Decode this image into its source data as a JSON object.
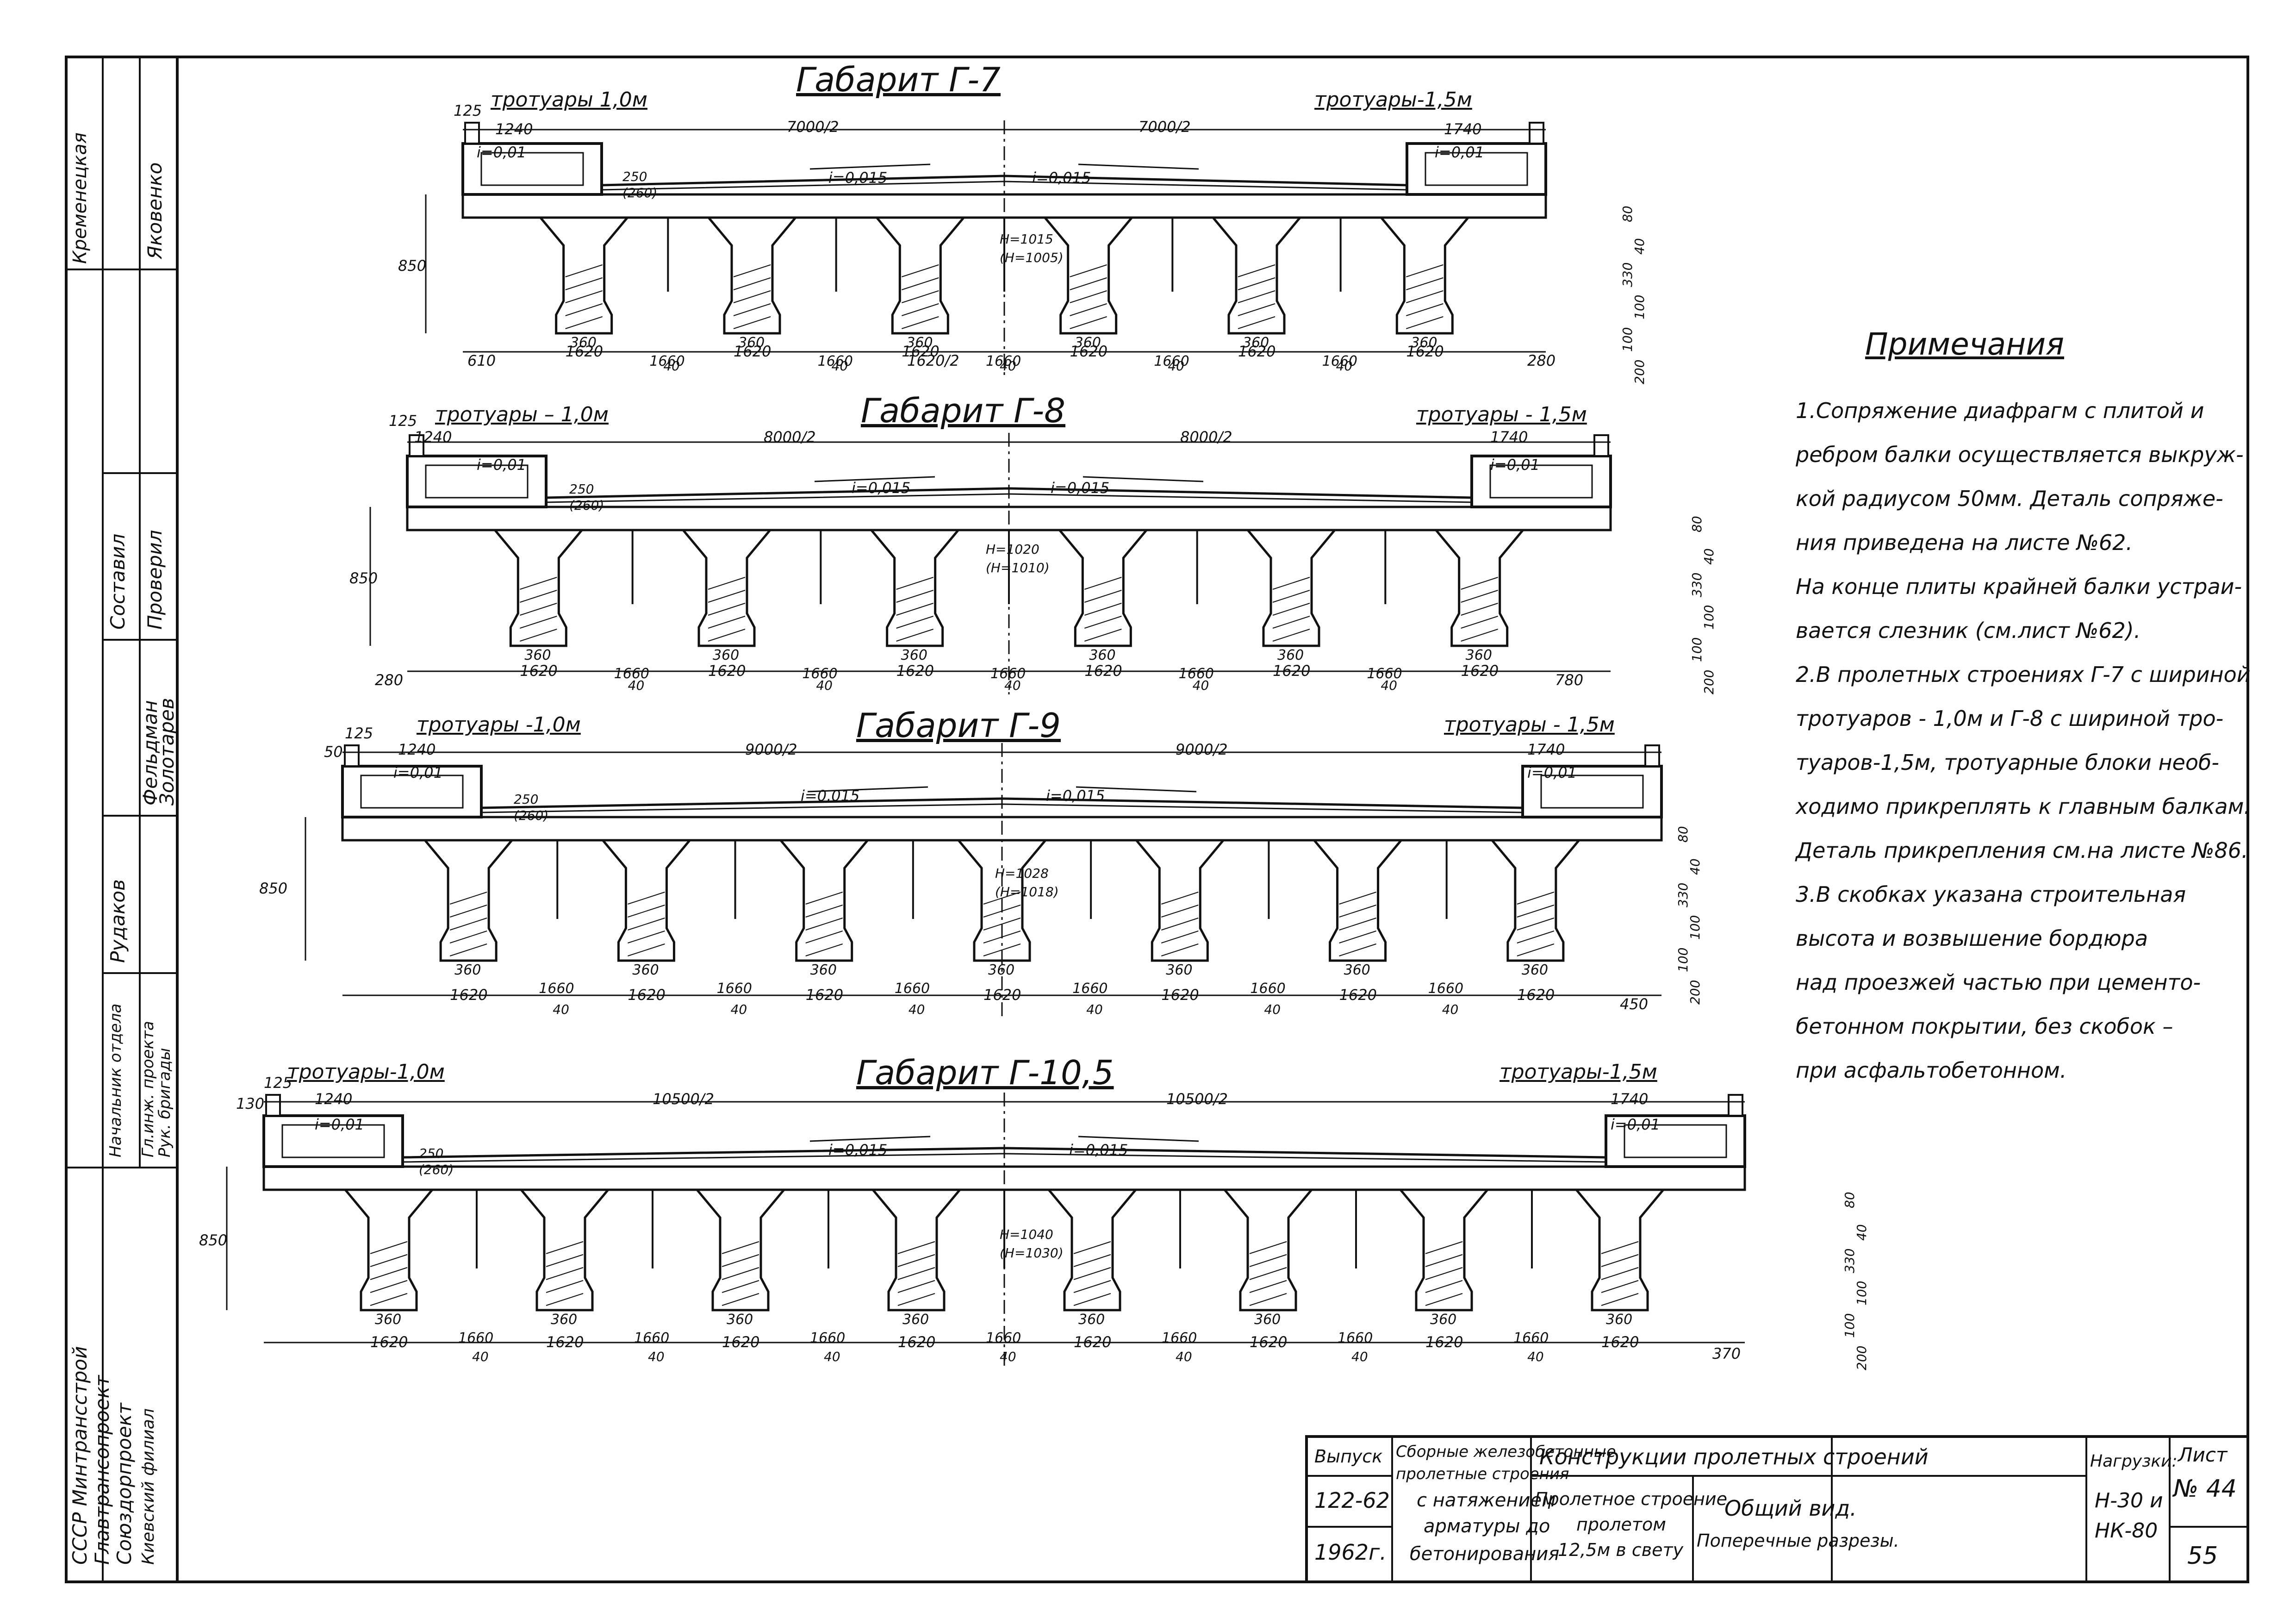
{
  "side_stamp": {
    "org_lines": [
      "СССР Минтрансстрой",
      "Главтрансопроект",
      "Союздорпроект",
      "Киевский филиал"
    ],
    "roles": [
      {
        "role": "Начальник отдела",
        "name": "Рудаков"
      },
      {
        "role": "Гл.инж. проекта",
        "name": "Фельдман"
      },
      {
        "role": "Рук. бригады",
        "name": "Золотарев"
      },
      {
        "role": "Составил",
        "name": "Кременецкая"
      },
      {
        "role": "Проверил",
        "name": "Яковенко"
      }
    ]
  },
  "sections": [
    {
      "title": "Габарит Г-7",
      "left_walk": "тротуары 1,0м",
      "right_walk": "тротуары-1,5м",
      "half_left": "7000/2",
      "half_right": "7000/2",
      "slope_left": "i=0,015",
      "slope_right": "i=0,015",
      "walk_slope": "i=0,01",
      "walk_left_w": "1240",
      "walk_right_w": "1740",
      "curb": "125",
      "curb_h": "250",
      "curb_h2": "(260)",
      "height_label": "H=1015",
      "height_label2": "(H=1005)",
      "depth": "850",
      "rib": "360",
      "spacing": "1660",
      "span": "1620",
      "half_span": "1620/2",
      "gap": "40",
      "edge_left": "610",
      "edge_right": "280",
      "beams": 6
    },
    {
      "title": "Габарит Г-8",
      "left_walk": "тротуары – 1,0м",
      "right_walk": "тротуары - 1,5м",
      "half_left": "8000/2",
      "half_right": "8000/2",
      "slope_left": "i=0,015",
      "slope_right": "i=0,015",
      "walk_slope": "i=0,01",
      "walk_left_w": "1240",
      "walk_right_w": "1740",
      "curb": "125",
      "curb_h": "250",
      "curb_h2": "(260)",
      "height_label": "H=1020",
      "height_label2": "(H=1010)",
      "depth": "850",
      "rib": "360",
      "spacing": "1660",
      "span": "1620",
      "half_span": "",
      "gap": "40",
      "edge_left": "280",
      "edge_right": "780",
      "beams": 6
    },
    {
      "title": "Габарит Г-9",
      "left_walk": "тротуары -1,0м",
      "right_walk": "тротуары - 1,5м",
      "half_left": "9000/2",
      "half_right": "9000/2",
      "slope_left": "i=0,015",
      "slope_right": "i=0,015",
      "walk_slope": "i=0,01",
      "walk_left_w": "1240",
      "walk_right_w": "1740",
      "curb": "125",
      "curb_h": "250",
      "curb_h2": "(260)",
      "height_label": "H=1028",
      "height_label2": "(H=1018)",
      "depth": "850",
      "rib": "360",
      "spacing": "1660",
      "span": "1620",
      "half_span": "",
      "gap": "40",
      "edge_left": "50",
      "edge_right": "450",
      "beams": 7
    },
    {
      "title": "Габарит Г-10,5",
      "left_walk": "тротуары-1,0м",
      "right_walk": "тротуары-1,5м",
      "half_left": "10500/2",
      "half_right": "10500/2",
      "slope_left": "i=0,015",
      "slope_right": "i=0,015",
      "walk_slope": "i=0,01",
      "walk_left_w": "1240",
      "walk_right_w": "1740",
      "curb": "125",
      "curb_h": "250",
      "curb_h2": "(260)",
      "height_label": "H=1040",
      "height_label2": "(H=1030)",
      "depth": "850",
      "rib": "360",
      "spacing": "1660",
      "span": "1620",
      "half_span": "",
      "gap": "40",
      "edge_left": "130",
      "edge_right": "370",
      "beams": 8
    }
  ],
  "side_dims": [
    "80",
    "40",
    "330",
    "100",
    "100",
    "200"
  ],
  "notes": {
    "title": "Примечания",
    "lines": [
      "1.Сопряжение диафрагм с плитой и",
      "ребром балки осуществляется выкруж-",
      "кой радиусом 50мм. Деталь сопряже-",
      "ния приведена на листе №62.",
      "На конце плиты крайней балки устраи-",
      "вается  слезник (см.лист №62).",
      "2.В пролетных строениях Г-7 с шириной",
      "тротуаров - 1,0м и Г-8 с шириной тро-",
      "туаров-1,5м, тротуарные блоки необ-",
      "ходимо прикреплять к главным балкам.",
      "Деталь прикрепления см.на листе №86.",
      "3.В скобках указана строительная",
      "высота и возвышение бордюра",
      "над проезжей частью при цементо-",
      "бетонном покрытии, без скобок –",
      "при асфальтобетонном."
    ]
  },
  "title_block": {
    "issue_label": "Выпуск",
    "issue_number": "122-62",
    "year": "1962г.",
    "series": [
      "Сборные железобетонные",
      "пролетные строения",
      "с натяжением",
      "арматуры до",
      "бетонирования"
    ],
    "header": "Конструкции пролетных строений",
    "object": [
      "Пролетное строение",
      "пролетом",
      "12,5м в свету"
    ],
    "sheet_title": [
      "Общий вид.",
      "Поперечные разрезы."
    ],
    "load_label": "Нагрузки:",
    "loads": [
      "Н-30 и",
      "НК-80"
    ],
    "sheet_label": "Лист",
    "sheet_number": "№ 44",
    "page": "55"
  }
}
